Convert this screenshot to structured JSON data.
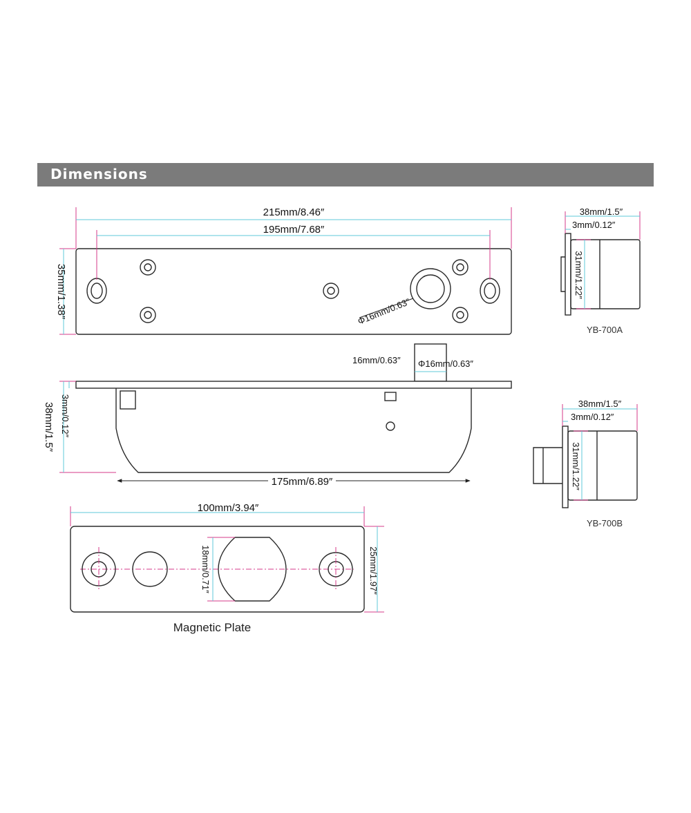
{
  "header": {
    "title": "Dimensions"
  },
  "top_view": {
    "overall_length": "215mm/8.46″",
    "hole_spacing": "195mm/7.68″",
    "height": "35mm/1.38″",
    "bolt_diameter": "Φ16mm/0.63″"
  },
  "side_view": {
    "bolt_projection": "16mm/0.63″",
    "bolt_diameter": "Φ16mm/0.63″",
    "total_height": "38mm/1.5″",
    "plate_thickness": "3mm/0.12″",
    "body_length": "175mm/6.89″"
  },
  "end_view_a": {
    "width": "38mm/1.5″",
    "plate_thickness": "3mm/0.12″",
    "height": "31mm/1.22″",
    "caption": "YB-700A"
  },
  "end_view_b": {
    "width": "38mm/1.5″",
    "plate_thickness": "3mm/0.12″",
    "height": "31mm/1.22″",
    "caption": "YB-700B"
  },
  "magnetic_plate": {
    "length": "100mm/3.94″",
    "height": "25mm/1.97″",
    "opening": "18mm/0.71″",
    "caption": "Magnetic Plate"
  },
  "colors": {
    "header_bg": "#7b7b7b",
    "dimension_line": "#5fc8d8",
    "marker_line": "#d63a8a",
    "outline": "#2a2a2a"
  }
}
